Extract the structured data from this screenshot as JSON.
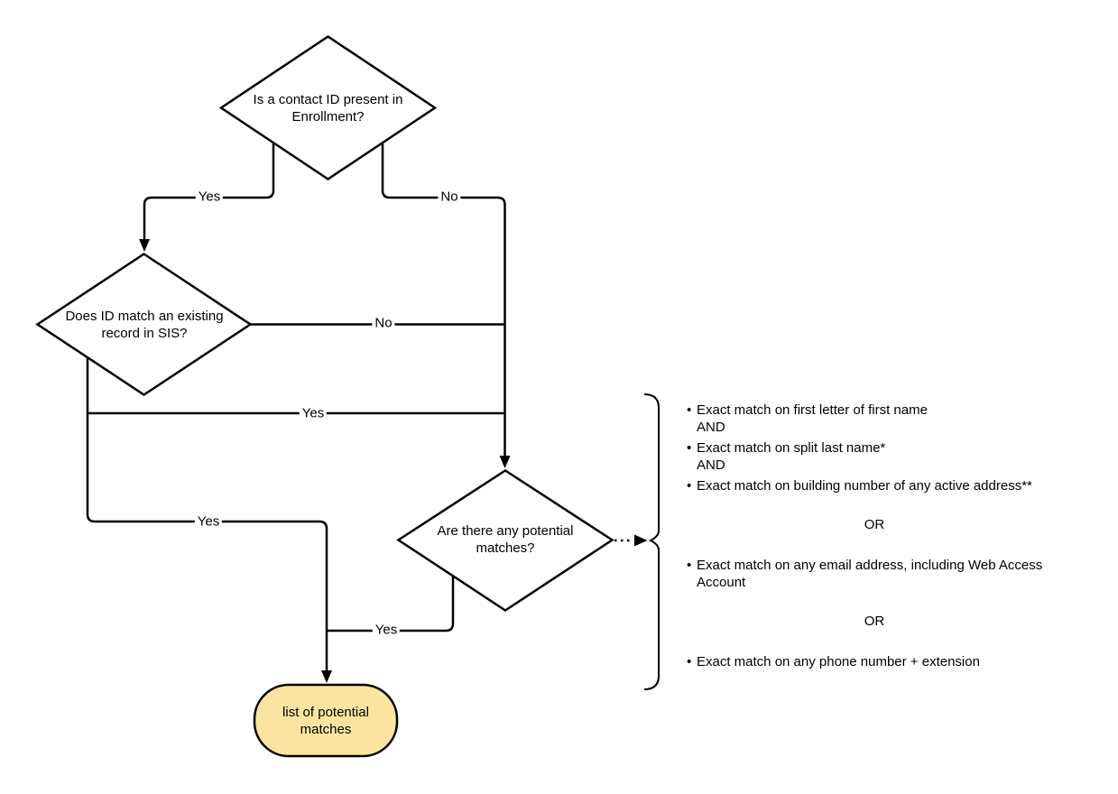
{
  "canvas": {
    "background": "#ffffff",
    "line_color": "#000000",
    "text_color": "#000000"
  },
  "nodes": {
    "decision_contact_id": {
      "shape": "diamond",
      "fill": "#ffffff",
      "label": "Is a contact ID present in Enrollment?"
    },
    "decision_id_match": {
      "shape": "diamond",
      "fill": "#ffffff",
      "label": "Does ID match an existing record in SIS?"
    },
    "decision_potential_matches": {
      "shape": "diamond",
      "fill": "#ffffff",
      "label": "Are there any potential matches?"
    },
    "terminal_list": {
      "shape": "terminator",
      "fill": "#FAE5A0",
      "label": "list of potential matches"
    }
  },
  "edge_labels": {
    "enrollment_yes": "Yes",
    "enrollment_no": "No",
    "sis_no": "No",
    "sis_yes_to_matches": "Yes",
    "sis_yes_to_list": "Yes",
    "matches_yes": "Yes"
  },
  "criteria_note": {
    "lines": [
      {
        "style": "bullet",
        "text": "Exact match on first letter of first name"
      },
      {
        "style": "plain",
        "text": "AND"
      },
      {
        "style": "bullet",
        "text": "Exact match on split last name*"
      },
      {
        "style": "plain",
        "text": "AND"
      },
      {
        "style": "bullet",
        "text": "Exact match on building number of any active address**"
      },
      {
        "style": "or",
        "text": "OR"
      },
      {
        "style": "bullet",
        "text": "Exact match on any email address, including Web Access Account"
      },
      {
        "style": "or",
        "text": "OR"
      },
      {
        "style": "bullet",
        "text": "Exact match on any phone number + extension"
      }
    ]
  }
}
